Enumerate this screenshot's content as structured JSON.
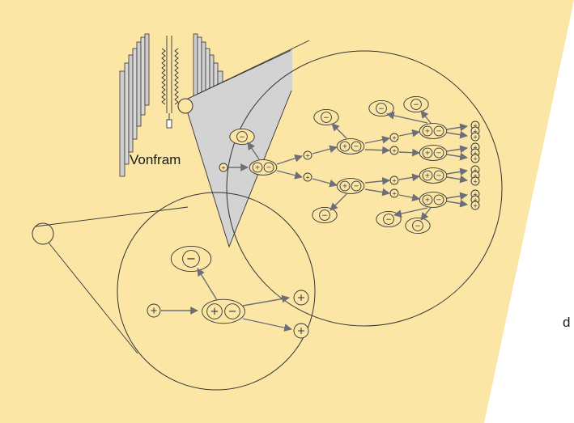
{
  "labels": {
    "electrode": "Vonfram",
    "edge_fragment": "d"
  },
  "signs": {
    "positive": "+",
    "negative": "−"
  },
  "colors": {
    "background_panel": "#fbe6a6",
    "cone": "#d3d3d3",
    "stroke": "#3a3a3a",
    "arrow": "#6d6f78",
    "particle_fill": "#fbe6a6"
  },
  "icons": {
    "electrode_plates": "stacked-plates",
    "needle": "tungsten-needle"
  }
}
